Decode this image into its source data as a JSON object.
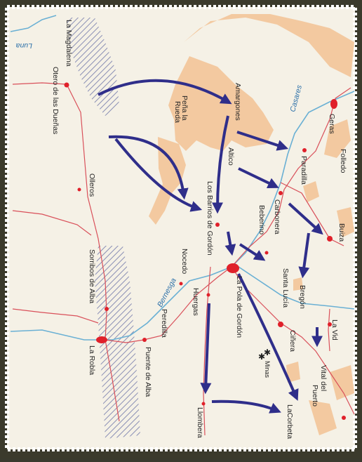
{
  "colors": {
    "background": "#f5f1e6",
    "mountain": "#f3c9a0",
    "river": "#6ab0d4",
    "road": "#d9505a",
    "town": "#e0202a",
    "arrow": "#2f2e8a",
    "hatch": "#8a8fb5",
    "label": "#222222",
    "river_label": "#2a6fa8"
  },
  "rivers": {
    "luna": "Luna",
    "casares": "Casares",
    "bernesga": "Bernesga"
  },
  "places": {
    "la_magdalena": "La Magdalena",
    "otero": "Otero de las Dueñas",
    "olleros": "Olleros",
    "sorribos": "Sorribos de Alba",
    "la_robla": "La Robla",
    "penna_la_rueda": "Peña la Rueda",
    "amargones": "Amargones",
    "altico": "Altico",
    "barrios": "Los Barrios de Gordón",
    "nocedo": "Nocedo",
    "huergas": "Huergas",
    "peredilla": "Peredilla",
    "puente_alba": "Puente de Alba",
    "llombera": "Llombera",
    "la_pola": "La Pola de Gordón",
    "beberino": "Beberino",
    "carbonera": "Carbonera",
    "paradilla": "Paradilla",
    "geras": "Geras",
    "folledo": "Folledo",
    "buiza": "Buiza",
    "santa_lucia": "Santa Lucía",
    "bregon": "Bregón",
    "cinera": "Ciñera",
    "la_vid": "La Vid",
    "minas": "Minas",
    "vital": "Vital del Puerto",
    "lacorbeta": "LaCorbeta"
  }
}
